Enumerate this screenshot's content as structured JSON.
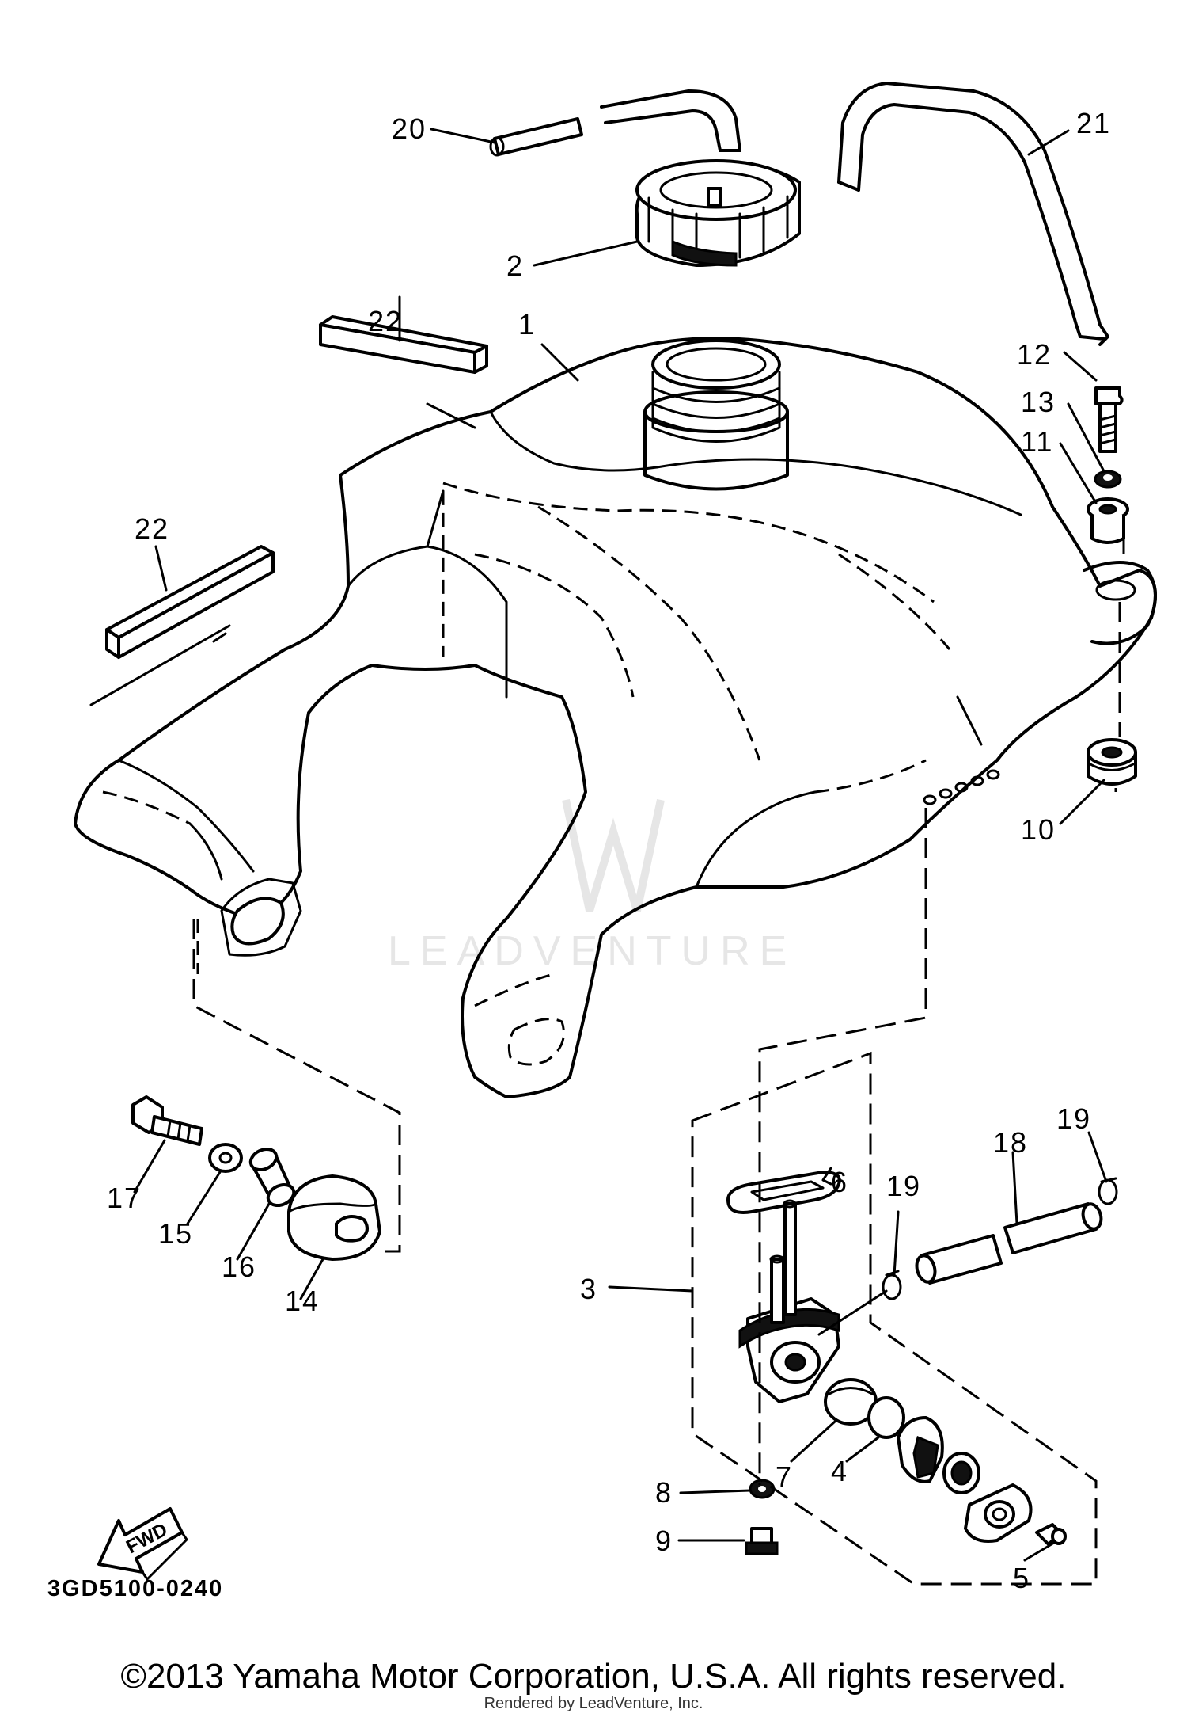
{
  "diagram": {
    "part_number_code": "3GD5100-0240",
    "fwd_label": "FWD",
    "watermark_text": "LEADVENTURE",
    "callouts": [
      "20",
      "21",
      "2",
      "22",
      "1",
      "12",
      "13",
      "11",
      "22",
      "10",
      "17",
      "15",
      "16",
      "14",
      "6",
      "19",
      "18",
      "19",
      "3",
      "7",
      "4",
      "8",
      "9",
      "5"
    ]
  },
  "footer": {
    "copyright": "©2013 Yamaha Motor Corporation, U.S.A. All rights reserved.",
    "rendered_by": "Rendered by LeadVenture, Inc."
  }
}
